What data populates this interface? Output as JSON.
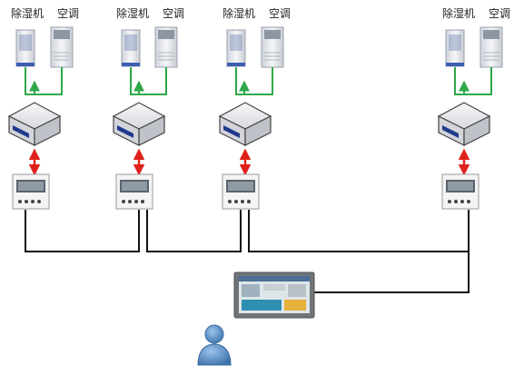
{
  "colors": {
    "control_link": "#2ea84a",
    "bidirectional_link": "#e0211b",
    "bus_line": "#111111",
    "device_gray": "#e6e7ea",
    "person": "#5a8fc4"
  },
  "columns": [
    {
      "dehumidifier_label": "除湿机",
      "ac_label": "空调"
    },
    {
      "dehumidifier_label": "除湿机",
      "ac_label": "空调"
    },
    {
      "dehumidifier_label": "除湿机",
      "ac_label": "空调"
    },
    {
      "dehumidifier_label": "除湿机",
      "ac_label": "空调"
    }
  ],
  "icons": {
    "dehumidifier": "dehumidifier-unit-icon",
    "ac": "air-conditioner-unit-icon",
    "controller": "ir-controller-box-icon",
    "panel": "wall-panel-controller-icon",
    "hmi": "touch-screen-hmi-icon",
    "user": "user-icon"
  }
}
